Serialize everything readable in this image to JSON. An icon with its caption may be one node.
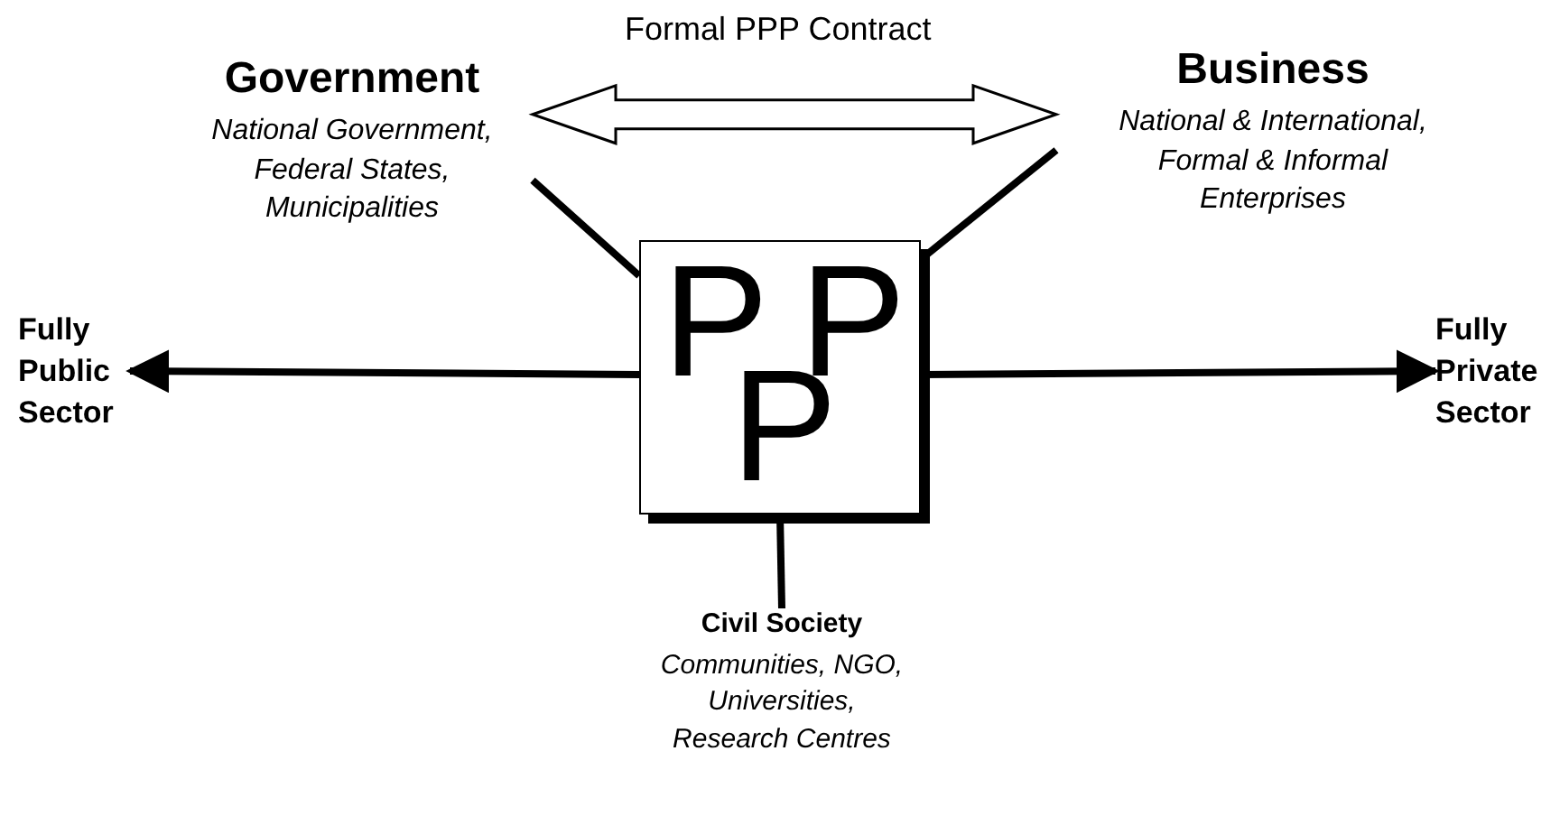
{
  "diagram": {
    "nodes": [
      {
        "text": [
          "Government",
          "National Government, Federal States, Municipalities"
        ]
      },
      {
        "text": [
          "Business",
          "National & International, Formal & Informal Enterprises"
        ]
      },
      {
        "text": [
          "PPP"
        ]
      },
      {
        "text": [
          "Civil Society",
          "Communities, NGO, Universities, Research Centres"
        ]
      },
      {
        "text": [
          "Fully Public Sector"
        ]
      },
      {
        "text": [
          "Fully Private Sector"
        ]
      }
    ],
    "edges": [
      {
        "from": 0,
        "to": 1,
        "arrow": "both",
        "label": "Formal PPP Contract"
      },
      {
        "from": 0,
        "to": 2,
        "arrow": "none"
      },
      {
        "from": 1,
        "to": 2,
        "arrow": "none"
      },
      {
        "from": 2,
        "to": 4,
        "arrow": "to"
      },
      {
        "from": 2,
        "to": 5,
        "arrow": "to"
      },
      {
        "from": 3,
        "to": 2,
        "arrow": "none"
      }
    ]
  }
}
